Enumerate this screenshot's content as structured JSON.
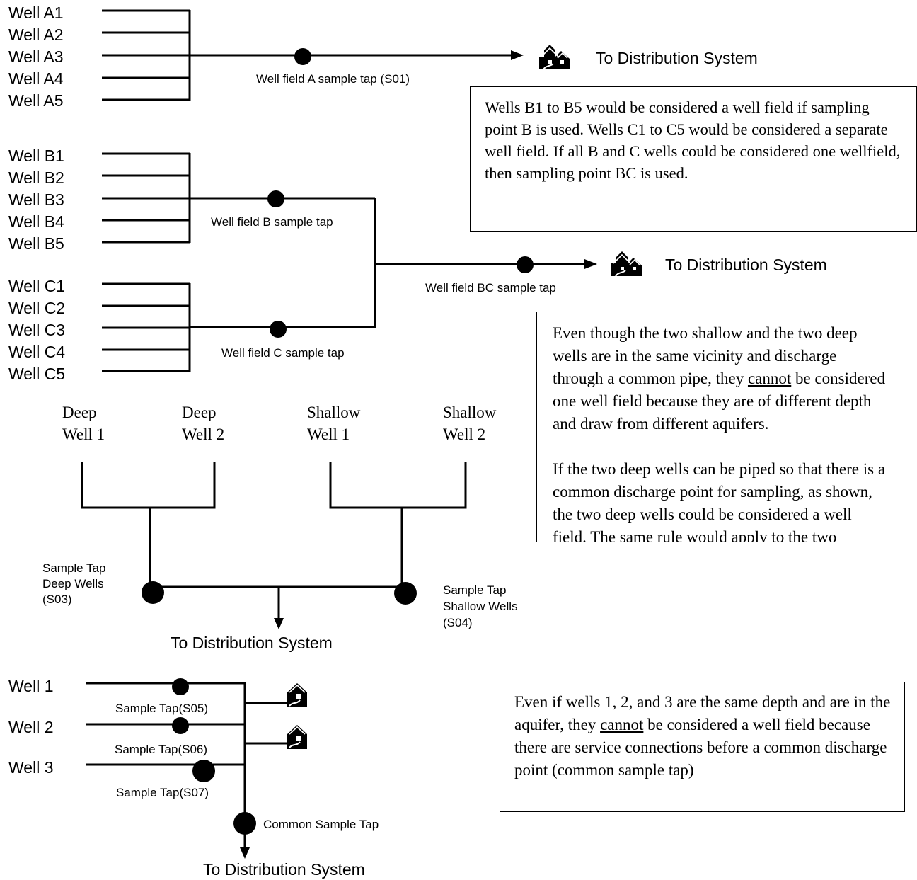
{
  "wellfield_a": {
    "wells": [
      "Well A1",
      "Well A2",
      "Well A3",
      "Well A4",
      "Well A5"
    ],
    "tap_label": "Well field A sample tap (S01)",
    "dest_label": "To Distribution System"
  },
  "wellfield_b": {
    "wells": [
      "Well B1",
      "Well B2",
      "Well B3",
      "Well B4",
      "Well B5"
    ],
    "tap_label": "Well field B  sample tap"
  },
  "wellfield_c": {
    "wells": [
      "Well C1",
      "Well C2",
      "Well C3",
      "Well C4",
      "Well C5"
    ],
    "tap_label": "Well field C  sample  tap"
  },
  "wellfield_bc": {
    "tap_label": "Well field BC sample tap",
    "dest_label": "To Distribution System"
  },
  "note_bc": {
    "text": "Wells B1 to B5 would be considered a well field if sampling point B is used. Wells C1 to C5 would be considered a separate well field. If all B and C wells could be considered one wellfield, then sampling point BC is used."
  },
  "depth_section": {
    "deep_well_1": [
      "Deep",
      "Well 1"
    ],
    "deep_well_2": [
      "Deep",
      "Well 2"
    ],
    "shallow_well_1": [
      "Shallow",
      "Well 1"
    ],
    "shallow_well_2": [
      "Shallow",
      "Well 2"
    ],
    "tap_deep": [
      "Sample Tap",
      "Deep Wells",
      "(S03)"
    ],
    "tap_shallow": [
      "Sample Tap",
      "Shallow Wells",
      "(S04)"
    ],
    "dest_label": "To Distribution System"
  },
  "note_depth": {
    "p1_before": "Even though the two shallow and the two deep wells are in the same vicinity and discharge through a common pipe, they ",
    "p1_underlined": "cannot",
    "p1_after": " be considered one well field because they are of different depth and draw from different aquifers.",
    "p2": "If the two deep wells can be piped so that there is a common discharge point for sampling, as shown, the two deep wells could be considered a well field. The same rule would apply to the two shallow wells."
  },
  "service_section": {
    "wells": [
      "Well 1",
      "Well 2",
      "Well 3"
    ],
    "taps": [
      "Sample Tap(S05)",
      "Sample Tap(S06)",
      "Sample Tap(S07)"
    ],
    "common_tap": "Common Sample Tap",
    "dest_label": "To Distribution System"
  },
  "note_service": {
    "before": "Even if wells 1, 2, and 3 are the same depth and are in the aquifer, they ",
    "underlined": "cannot",
    "after": " be considered a well field because there are service connections before a common discharge point (common sample tap)"
  },
  "icons": [
    "house-icon"
  ]
}
